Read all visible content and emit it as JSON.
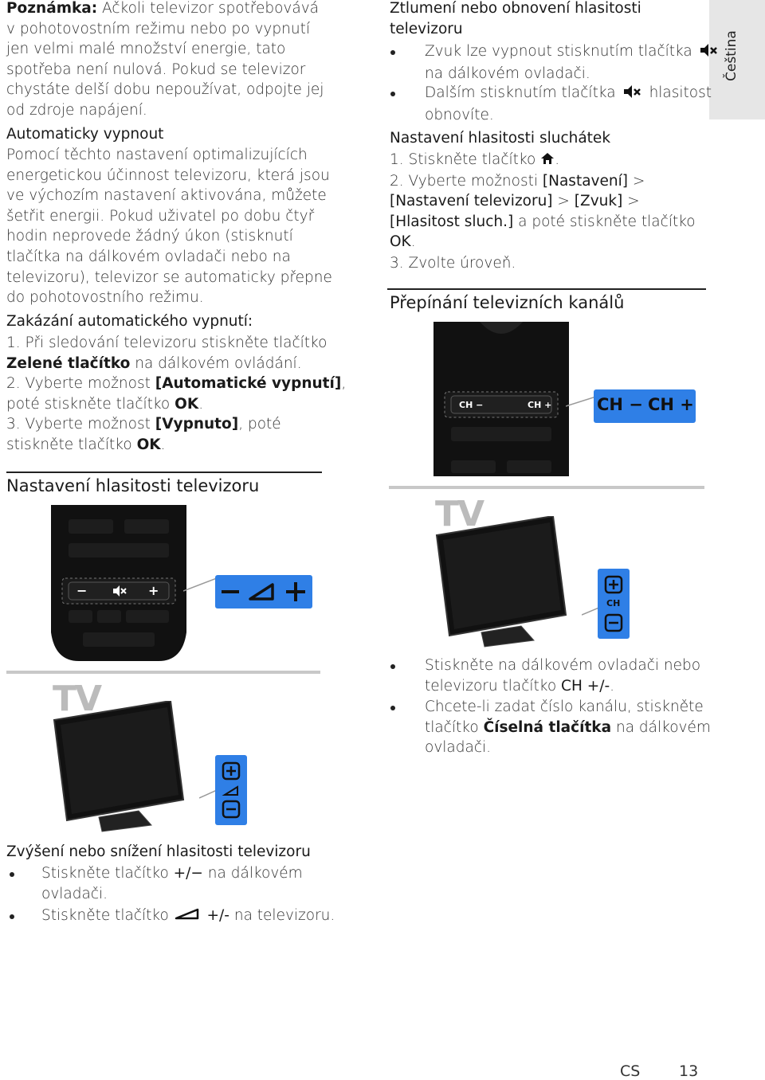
{
  "side_tab": "Čeština",
  "left": {
    "note": {
      "label": "Poznámka:",
      "lines": [
        " Ačkoli televizor spotřebovává",
        "v pohotovostním režimu nebo po vypnutí",
        "jen velmi malé množství energie, tato",
        "spotřeba není nulová. Pokud se televizor",
        "chystáte delší dobu nepoužívat, odpojte jej",
        "od zdroje napájení."
      ]
    },
    "auto_off": {
      "title": "Automaticky vypnout",
      "lines": [
        "Pomocí těchto nastavení optimalizujících",
        "energetickou účinnost televizoru, která jsou",
        "ve výchozím nastavení aktivována, můžete",
        "šetřit energii. Pokud uživatel po dobu čtyř",
        "hodin neprovede žádný úkon (stisknutí",
        "tlačítka na dálkovém ovladači nebo na",
        "televizoru), televizor se automaticky přepne",
        "do pohotovostního režimu."
      ],
      "disable_title": "Zakázání automatického vypnutí:",
      "s1a": "1. Při sledování televizoru stiskněte tlačítko",
      "s1b": "Zelené tlačítko",
      "s1c": " na dálkovém ovládání.",
      "s2a": "2. Vyberte možnost ",
      "s2b": "[Automatické vypnutí]",
      "s2c": ",",
      "s2d": "poté stiskněte tlačítko ",
      "s2e": "OK",
      "s2f": ".",
      "s3a": "3. Vyberte možnost ",
      "s3b": "[Vypnuto]",
      "s3c": ", poté",
      "s3d": "stiskněte tlačítko ",
      "s3e": "OK",
      "s3f": "."
    },
    "volume_section_title": "Nastavení hlasitosti televizoru",
    "remote_volume_labels": {
      "minus": "−",
      "plus": "+"
    },
    "tv_label": "TV",
    "volume": {
      "title": "Zvýšení nebo snížení hlasitosti televizoru",
      "b1a": "Stiskněte tlačítko ",
      "b1b": "+/−",
      "b1c": " na dálkovém",
      "b1d": "ovladači.",
      "b2a": "Stiskněte tlačítko ",
      "b2b": " +/-",
      "b2c": " na televizoru."
    }
  },
  "right": {
    "mute": {
      "title1": "Ztlumení nebo obnovení hlasitosti",
      "title2": "televizoru",
      "b1a": "Zvuk lze vypnout stisknutím tlačítka",
      "b1b": "na dálkovém ovladači.",
      "b2a": "Dalším stisknutím tlačítka",
      "b2b": "hlasitost",
      "b2c": "obnovíte."
    },
    "headphones": {
      "title": "Nastavení hlasitosti sluchátek",
      "s1": "1. Stiskněte tlačítko ",
      "s1end": ".",
      "s2a": "2. Vyberte možnosti ",
      "s2b": "[Nastavení]",
      "s2c": " >",
      "s2d": "[Nastavení televizoru]",
      "s2e": " > ",
      "s2f": "[Zvuk]",
      "s2g": " >",
      "s2h": "[Hlasitost sluch.]",
      "s2i": " a poté stiskněte tlačítko",
      "s2j": "OK",
      "s2k": ".",
      "s3": "3. Zvolte úroveň."
    },
    "channels_section_title": "Přepínání televizních kanálů",
    "remote_ch": {
      "minus": "CH −",
      "plus": "CH +",
      "big_minus": "CH −",
      "big_plus": "CH +"
    },
    "tv_label": "TV",
    "tv_ch_label": "CH",
    "channels": {
      "b1a": "Stiskněte na dálkovém ovladači nebo",
      "b1b": "televizoru tlačítko ",
      "b1c": "CH +/-",
      "b1d": ".",
      "b2a": "Chcete-li zadat číslo kanálu, stiskněte",
      "b2b": "tlačítko ",
      "b2c": "Číselná tlačítka",
      "b2d": " na dálkovém",
      "b2e": "ovladači."
    }
  },
  "footer": {
    "lang": "CS",
    "page": "13"
  },
  "colors": {
    "accent_blue": "#2f7fe6",
    "tab_gray": "#e6e6e6"
  }
}
